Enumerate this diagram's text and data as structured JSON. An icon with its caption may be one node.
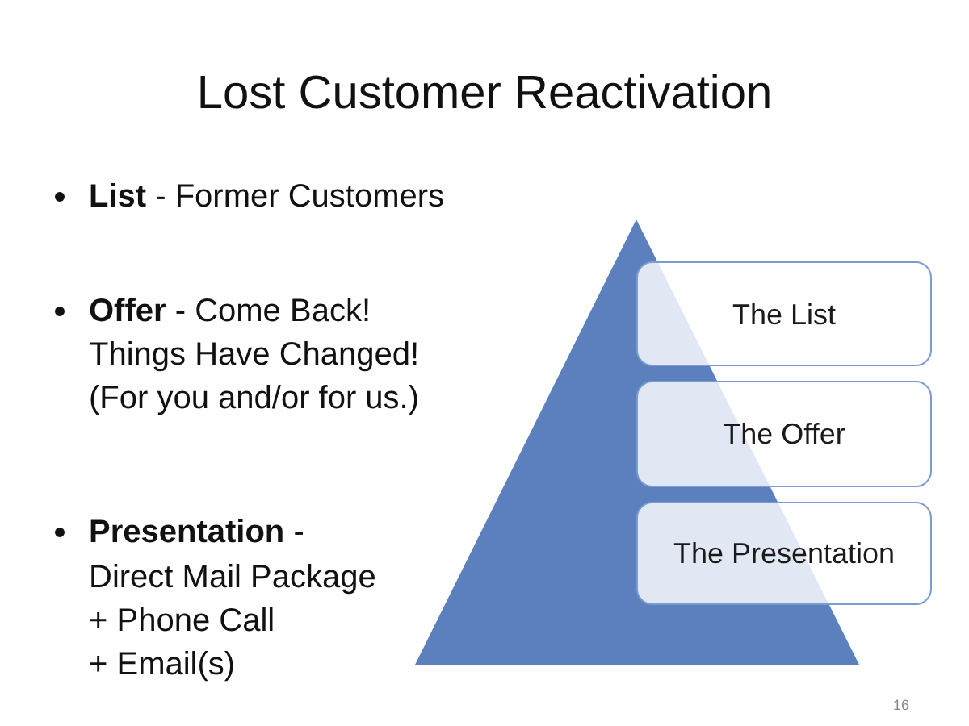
{
  "diagram": {
    "title": "Lost Customer Reactivation",
    "nodes": [
      {
        "text": [
          "The List"
        ]
      },
      {
        "text": [
          "The Offer"
        ]
      },
      {
        "text": [
          "The Presentation"
        ]
      }
    ],
    "labels": [
      "**List** - Former Customers",
      "**Offer** - Come Back!",
      "Things Have Changed!",
      "(For you and/or for us.)",
      "**Presentation** -",
      "Direct Mail Package",
      "+ Phone Call",
      "+ Email(s)",
      "16"
    ]
  }
}
